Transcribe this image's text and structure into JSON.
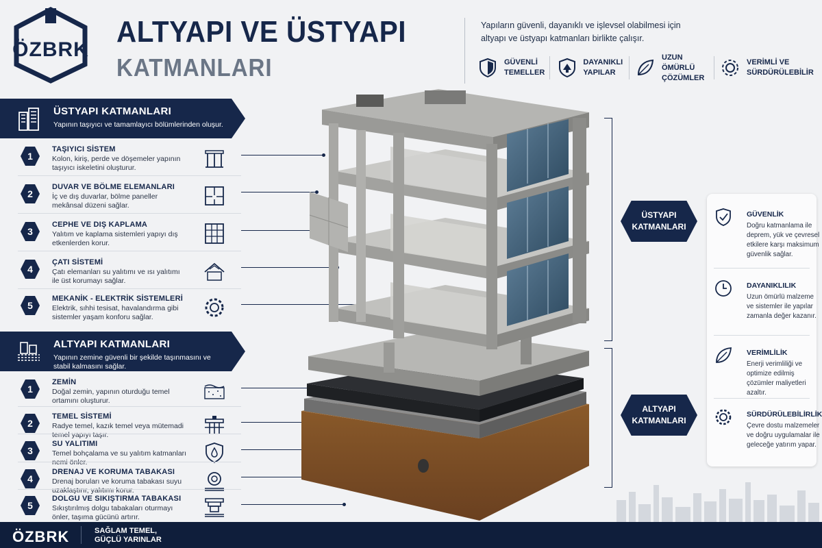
{
  "header": {
    "logo_text": "ÖZBRK",
    "title_line1": "ALTYAPI VE ÜSTYAPI",
    "title_line2": "KATMANLARI",
    "intro": "Yapıların güvenli, dayanıklı ve işlevsel olabilmesi için altyapı ve üstyapı katmanları birlikte çalışır.",
    "features": [
      {
        "icon": "shield-icon",
        "label": "GÜVENLİ TEMELLER"
      },
      {
        "icon": "shield-building-icon",
        "label": "DAYANIKLI YAPILAR"
      },
      {
        "icon": "leaf-icon",
        "label": "UZUN ÖMÜRLÜ ÇÖZÜMLER"
      },
      {
        "icon": "gear-icon",
        "label": "VERİMLİ VE SÜRDÜRÜLEBİLİR"
      }
    ]
  },
  "ustyapi": {
    "title": "ÜSTYAPI KATMANLARI",
    "subtitle": "Yapının taşıyıcı ve tamamlayıcı bölümlerinden oluşur.",
    "items": [
      {
        "num": "1",
        "title": "TAŞIYICI SİSTEM",
        "text": "Kolon, kiriş, perde ve döşemeler yapının taşıyıcı iskeletini oluşturur.",
        "icon": "frame-icon"
      },
      {
        "num": "2",
        "title": "DUVAR VE BÖLME ELEMANLARI",
        "text": "İç ve dış duvarlar, bölme paneller mekânsal düzeni sağlar.",
        "icon": "floor-plan-icon"
      },
      {
        "num": "3",
        "title": "CEPHE VE DIŞ KAPLAMA",
        "text": "Yalıtım ve kaplama sistemleri yapıyı dış etkenlerden korur.",
        "icon": "facade-icon"
      },
      {
        "num": "4",
        "title": "ÇATI SİSTEMİ",
        "text": "Çatı elemanları su yalıtımı ve ısı yalıtımı ile üst korumayı sağlar.",
        "icon": "roof-icon"
      },
      {
        "num": "5",
        "title": "MEKANİK - ELEKTRİK SİSTEMLERİ",
        "text": "Elektrik, sıhhi tesisat, havalandırma gibi sistemler yaşam konforu sağlar.",
        "icon": "gear-icon"
      }
    ]
  },
  "altyapi": {
    "title": "ALTYAPI KATMANLARI",
    "subtitle": "Yapının zemine güvenli bir şekilde taşınmasını ve stabil kalmasını sağlar.",
    "items": [
      {
        "num": "1",
        "title": "ZEMİN",
        "text": "Doğal zemin, yapının oturduğu temel ortamını oluşturur.",
        "icon": "soil-icon"
      },
      {
        "num": "2",
        "title": "TEMEL SİSTEMİ",
        "text": "Radye temel, kazık temel veya mütemadi temel yapıyı taşır.",
        "icon": "pile-icon"
      },
      {
        "num": "3",
        "title": "SU YALITIMI",
        "text": "Temel bohçalama ve su yalıtım katmanları nemi önler.",
        "icon": "water-shield-icon"
      },
      {
        "num": "4",
        "title": "DRENAJ VE KORUMA TABAKASI",
        "text": "Drenaj boruları ve koruma tabakası suyu uzaklaştırır, yalıtımı korur.",
        "icon": "drain-pipe-icon"
      },
      {
        "num": "5",
        "title": "DOLGU VE SIKIŞTIRMA TABAKASI",
        "text": "Sıkıştırılmış dolgu tabakaları oturmayı önler, taşıma gücünü artırır.",
        "icon": "compactor-icon"
      }
    ]
  },
  "side_labels": {
    "ustyapi": "ÜSTYAPI KATMANLARI",
    "altyapi": "ALTYAPI KATMANLARI"
  },
  "benefits": [
    {
      "title": "GÜVENLİK",
      "text": "Doğru katmanlama ile deprem, yük ve çevresel etkilere karşı maksimum güvenlik sağlar.",
      "icon": "shield-check-icon"
    },
    {
      "title": "DAYANIKLILIK",
      "text": "Uzun ömürlü malzeme ve sistemler ile yapılar zamanla değer kazanır.",
      "icon": "clock-icon"
    },
    {
      "title": "VERİMLİLİK",
      "text": "Enerji verimliliği ve optimize edilmiş çözümler maliyetleri azaltır.",
      "icon": "leaf-icon"
    },
    {
      "title": "SÜRDÜRÜLEBİLİRLİK",
      "text": "Çevre dostu malzemeler ve doğru uygulamalar ile geleceğe yatırım yapar.",
      "icon": "gear-icon"
    }
  ],
  "footer": {
    "brand": "ÖZBRK",
    "slogan_line1": "SAĞLAM TEMEL,",
    "slogan_line2": "GÜÇLÜ YARINLAR"
  },
  "colors": {
    "navy": "#16274a",
    "grey_text": "#6b7686",
    "background": "#f1f2f4"
  }
}
